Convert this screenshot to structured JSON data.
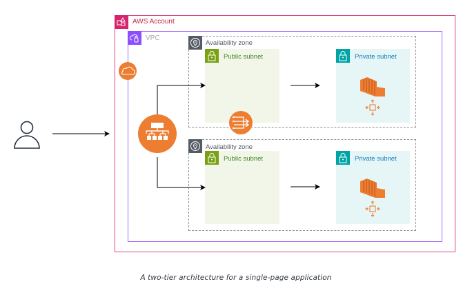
{
  "diagram": {
    "caption": "A two-tier architecture for a single-page application",
    "user": {
      "icon": "user-icon"
    },
    "account": {
      "label": "AWS Account",
      "icon": "aws-account-icon",
      "color": "#e0457b"
    },
    "vpc": {
      "label": "VPC",
      "icon": "vpc-icon",
      "color": "#a166ff"
    },
    "internet_gateway": {
      "icon": "cloud-icon",
      "color": "#ed7d31"
    },
    "load_balancer": {
      "icon": "application-load-balancer-icon",
      "color": "#ed7d31"
    },
    "nat_gateway": {
      "icon": "nat-gateway-icon",
      "color": "#ed7d31"
    },
    "availability_zones": [
      {
        "label": "Availability zone",
        "public_subnet": {
          "label": "Public subnet"
        },
        "private_subnet": {
          "label": "Private subnet",
          "services": [
            "ec2-instances-icon",
            "auto-scaling-icon"
          ]
        }
      },
      {
        "label": "Availability zone",
        "public_subnet": {
          "label": "Public subnet"
        },
        "private_subnet": {
          "label": "Private subnet",
          "services": [
            "ec2-instances-icon",
            "auto-scaling-icon"
          ]
        }
      }
    ],
    "colors": {
      "public_subnet": "#7aa116",
      "private_subnet": "#00a4a6",
      "availability_zone": "#545b64",
      "service_orange": "#ed7d31"
    }
  }
}
